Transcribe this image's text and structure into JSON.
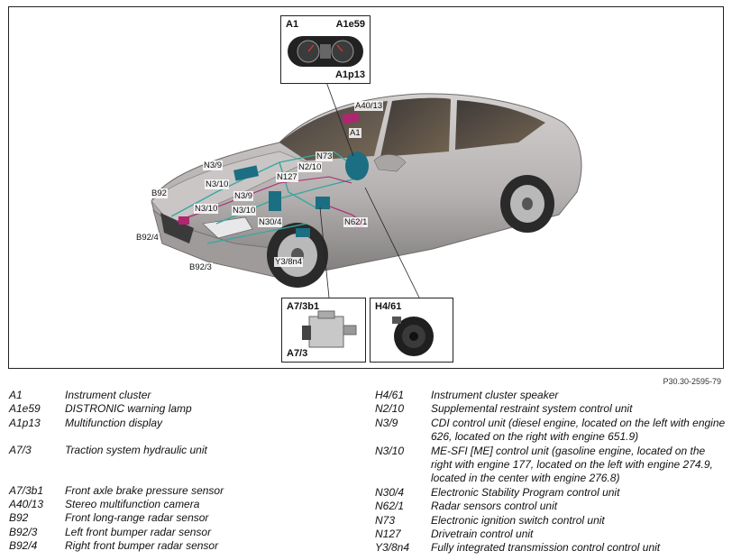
{
  "figure_ref": "P30.30-2595-79",
  "callouts": {
    "cluster": {
      "a": "A1",
      "b": "A1e59",
      "c": "A1p13"
    },
    "hydraulic": {
      "a": "A7/3b1",
      "b": "A7/3"
    },
    "speaker": {
      "a": "H4/61"
    }
  },
  "labels": {
    "a40_13": "A40/13",
    "a1": "A1",
    "n73": "N73",
    "n3_9_top": "N3/9",
    "n2_10": "N2/10",
    "n3_10_top": "N3/10",
    "n127": "N127",
    "b92": "B92",
    "n3_9_mid": "N3/9",
    "n3_10_left": "N3/10",
    "n3_10_mid": "N3/10",
    "n30_4": "N30/4",
    "n62_1": "N62/1",
    "b92_4": "B92/4",
    "y3_8n4": "Y3/8n4",
    "b92_3": "B92/3"
  },
  "legend_left": [
    {
      "code": "A1",
      "desc": "Instrument cluster"
    },
    {
      "code": "A1e59",
      "desc": "DISTRONIC warning lamp"
    },
    {
      "code": "A1p13",
      "desc": "Multifunction display"
    },
    {
      "code": "A7/3",
      "desc": "Traction system hydraulic unit"
    },
    {
      "code": "A7/3b1",
      "desc": "Front axle brake pressure sensor"
    },
    {
      "code": "A40/13",
      "desc": "Stereo multifunction camera"
    },
    {
      "code": "B92",
      "desc": "Front long-range radar sensor"
    },
    {
      "code": "B92/3",
      "desc": "Left front bumper radar sensor"
    },
    {
      "code": "B92/4",
      "desc": "Right front bumper radar sensor"
    }
  ],
  "legend_right": [
    {
      "code": "H4/61",
      "desc": "Instrument cluster speaker"
    },
    {
      "code": "N2/10",
      "desc": "Supplemental restraint system control unit"
    },
    {
      "code": "N3/9",
      "desc": "CDI control unit (diesel engine, located on the left with engine 626, located on the right with engine 651.9)"
    },
    {
      "code": "N3/10",
      "desc": "ME-SFI [ME] control unit (gasoline engine, located on the right with engine 177, located on the left with engine 274.9, located in the center with engine 276.8)"
    },
    {
      "code": "N30/4",
      "desc": "Electronic Stability Program control unit"
    },
    {
      "code": "N62/1",
      "desc": "Radar sensors control unit"
    },
    {
      "code": "N73",
      "desc": "Electronic ignition switch control unit"
    },
    {
      "code": "N127",
      "desc": "Drivetrain control unit"
    },
    {
      "code": "Y3/8n4",
      "desc": "Fully integrated transmission control control unit"
    }
  ],
  "colors": {
    "car_body": "#b7b4b3",
    "car_dark": "#8d8a8a",
    "glass": "#5a4b3a",
    "wiring": "#3aa6a1",
    "module": "#1c6e82",
    "accent": "#b02570"
  }
}
